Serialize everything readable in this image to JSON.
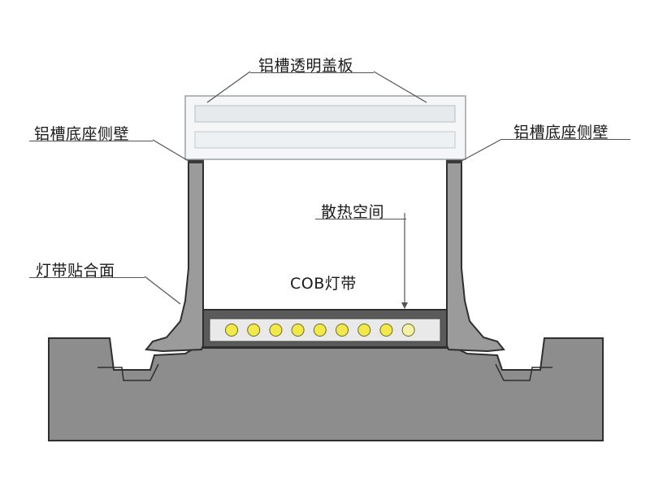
{
  "labels": {
    "cover": "铝槽透明盖板",
    "left_wall": "铝槽底座侧壁",
    "right_wall": "铝槽底座侧壁",
    "heat_space": "散热空间",
    "mount_surface": "灯带贴合面",
    "cob_strip": "COB灯带"
  },
  "led_count": 9,
  "colors": {
    "base_fill": "#8d8d8d",
    "channel_fill": "#9b9b9b",
    "outline": "#2f2f2f",
    "cover_fill": "#f4f6f7",
    "led_yellow": "#f2e84a",
    "strip_fill": "#e9e9e9"
  }
}
